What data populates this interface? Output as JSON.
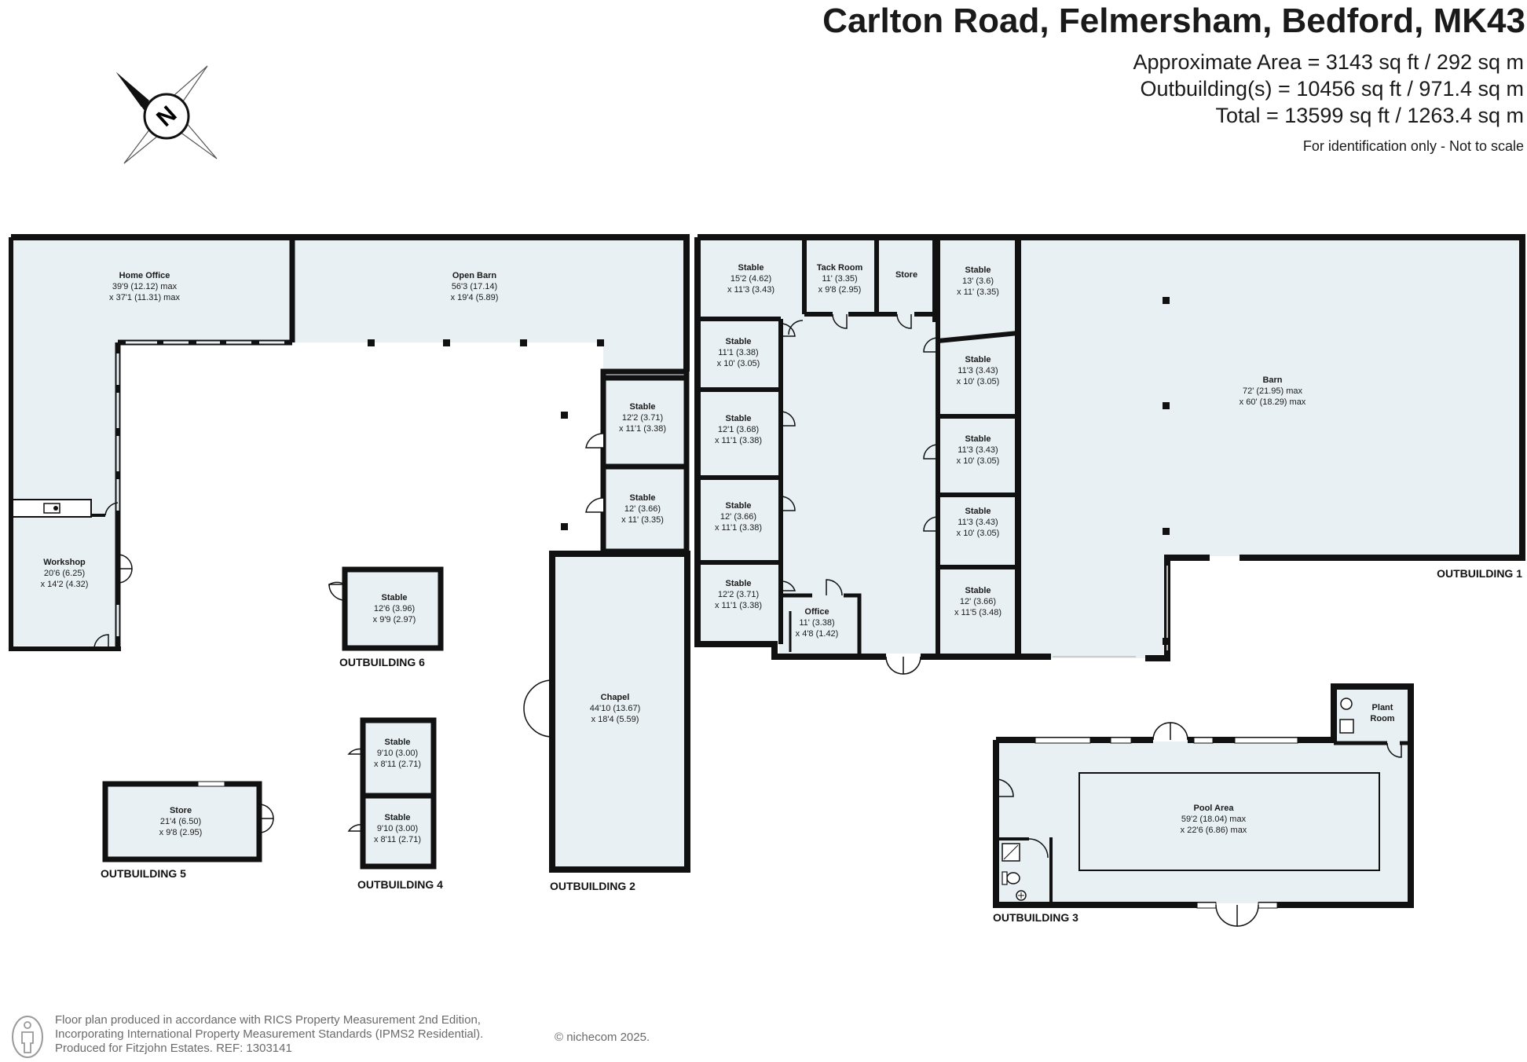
{
  "header": {
    "title": "Carlton Road, Felmersham, Bedford, MK43",
    "area_main": "Approximate Area = 3143 sq ft / 292 sq m",
    "area_outbuildings": "Outbuilding(s) = 10456 sq ft / 971.4 sq m",
    "area_total": "Total = 13599 sq ft / 1263.4 sq m",
    "note": "For identification only - Not to scale"
  },
  "compass": {
    "letter": "N"
  },
  "rooms": {
    "home_office": {
      "name": "Home Office",
      "dims": [
        "39'9 (12.12) max",
        "x 37'1 (11.31) max"
      ]
    },
    "open_barn": {
      "name": "Open Barn",
      "dims": [
        "56'3 (17.14)",
        "x 19'4 (5.89)"
      ]
    },
    "workshop": {
      "name": "Workshop",
      "dims": [
        "20'6 (6.25)",
        "x 14'2 (4.32)"
      ]
    },
    "stable_a": {
      "name": "Stable",
      "dims": [
        "12'2 (3.71)",
        "x 11'1 (3.38)"
      ]
    },
    "stable_b": {
      "name": "Stable",
      "dims": [
        "12' (3.66)",
        "x 11' (3.35)"
      ]
    },
    "chapel": {
      "name": "Chapel",
      "dims": [
        "44'10 (13.67)",
        "x 18'4 (5.59)"
      ]
    },
    "stable_o6": {
      "name": "Stable",
      "dims": [
        "12'6 (3.96)",
        "x 9'9 (2.97)"
      ]
    },
    "stable_o4a": {
      "name": "Stable",
      "dims": [
        "9'10 (3.00)",
        "x 8'11 (2.71)"
      ]
    },
    "stable_o4b": {
      "name": "Stable",
      "dims": [
        "9'10 (3.00)",
        "x 8'11 (2.71)"
      ]
    },
    "store_o5": {
      "name": "Store",
      "dims": [
        "21'4 (6.50)",
        "x 9'8 (2.95)"
      ]
    },
    "stable_1a": {
      "name": "Stable",
      "dims": [
        "15'2 (4.62)",
        "x 11'3 (3.43)"
      ]
    },
    "tack_room": {
      "name": "Tack Room",
      "dims": [
        "11' (3.35)",
        "x 9'8 (2.95)"
      ]
    },
    "store_1": {
      "name": "Store",
      "dims": []
    },
    "stable_1b": {
      "name": "Stable",
      "dims": [
        "13' (3.6)",
        "x 11' (3.35)"
      ]
    },
    "stable_1c": {
      "name": "Stable",
      "dims": [
        "11'1 (3.38)",
        "x 10' (3.05)"
      ]
    },
    "stable_1d": {
      "name": "Stable",
      "dims": [
        "12'1 (3.68)",
        "x 11'1 (3.38)"
      ]
    },
    "stable_1e": {
      "name": "Stable",
      "dims": [
        "12' (3.66)",
        "x 11'1 (3.38)"
      ]
    },
    "stable_1f": {
      "name": "Stable",
      "dims": [
        "12'2 (3.71)",
        "x 11'1 (3.38)"
      ]
    },
    "office": {
      "name": "Office",
      "dims": [
        "11' (3.38)",
        "x 4'8 (1.42)"
      ]
    },
    "stable_1g": {
      "name": "Stable",
      "dims": [
        "11'3 (3.43)",
        "x 10' (3.05)"
      ]
    },
    "stable_1h": {
      "name": "Stable",
      "dims": [
        "11'3 (3.43)",
        "x 10' (3.05)"
      ]
    },
    "stable_1i": {
      "name": "Stable",
      "dims": [
        "11'3 (3.43)",
        "x 10' (3.05)"
      ]
    },
    "stable_1j": {
      "name": "Stable",
      "dims": [
        "12' (3.66)",
        "x 11'5 (3.48)"
      ]
    },
    "barn": {
      "name": "Barn",
      "dims": [
        "72' (21.95) max",
        "x 60' (18.29) max"
      ]
    },
    "pool_area": {
      "name": "Pool Area",
      "dims": [
        "59'2 (18.04) max",
        "x 22'6 (6.86) max"
      ]
    },
    "plant_room": {
      "name": [
        "Plant",
        "Room"
      ],
      "dims": []
    }
  },
  "outbuildings": {
    "o1": "OUTBUILDING 1",
    "o2": "OUTBUILDING 2",
    "o3": "OUTBUILDING 3",
    "o4": "OUTBUILDING 4",
    "o5": "OUTBUILDING 5",
    "o6": "OUTBUILDING 6"
  },
  "footer": {
    "lines": [
      "Floor plan produced in accordance with RICS Property Measurement 2nd Edition,",
      "Incorporating International Property Measurement Standards (IPMS2 Residential).",
      "Produced for Fitzjohn Estates.   REF: 1303141"
    ],
    "copyright": "© nichecom 2025."
  },
  "colors": {
    "wall": "#111111",
    "room_fill": "#e8f0f4",
    "text_grey": "#6a6a6a"
  }
}
